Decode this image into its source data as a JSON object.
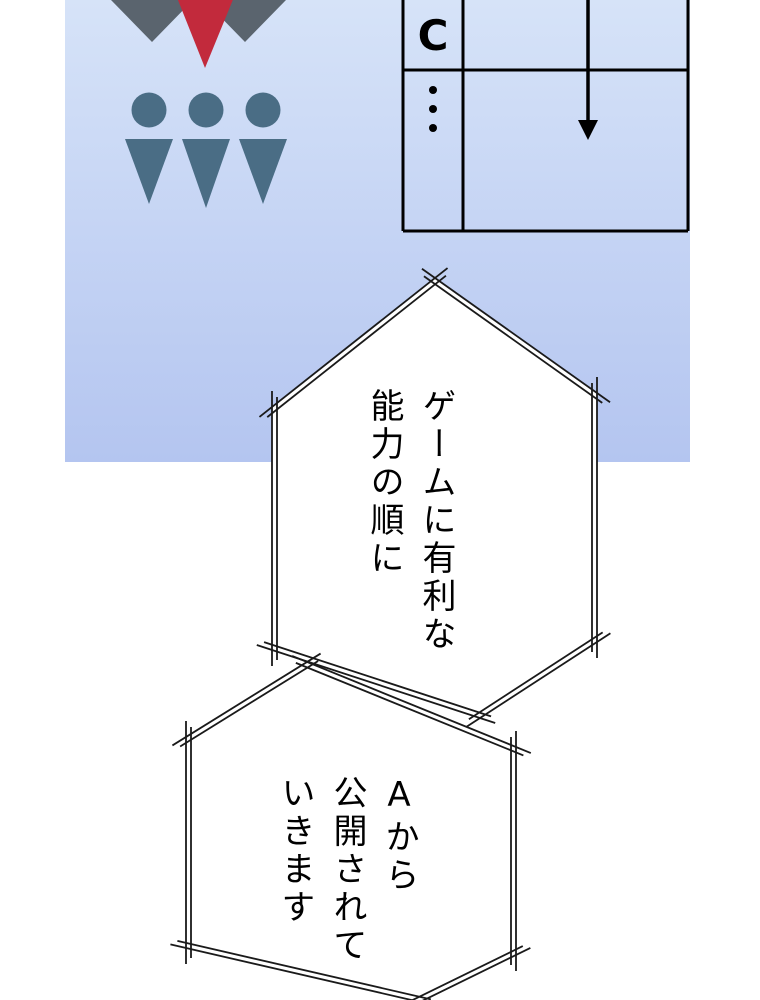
{
  "colors": {
    "panel_top": "#d6e3f8",
    "panel_bottom": "#b4c5f0",
    "emblem_gray": "#5a646e",
    "emblem_red": "#c22a3c",
    "people": "#4a6d85",
    "table_line": "#000000",
    "bubble_line": "#1a1a1a"
  },
  "table": {
    "cell_label": "C"
  },
  "bubbles": [
    {
      "text": "ゲームに有利な\n能力の順に"
    },
    {
      "text": "Aから\n公開されて\nいきます"
    }
  ]
}
